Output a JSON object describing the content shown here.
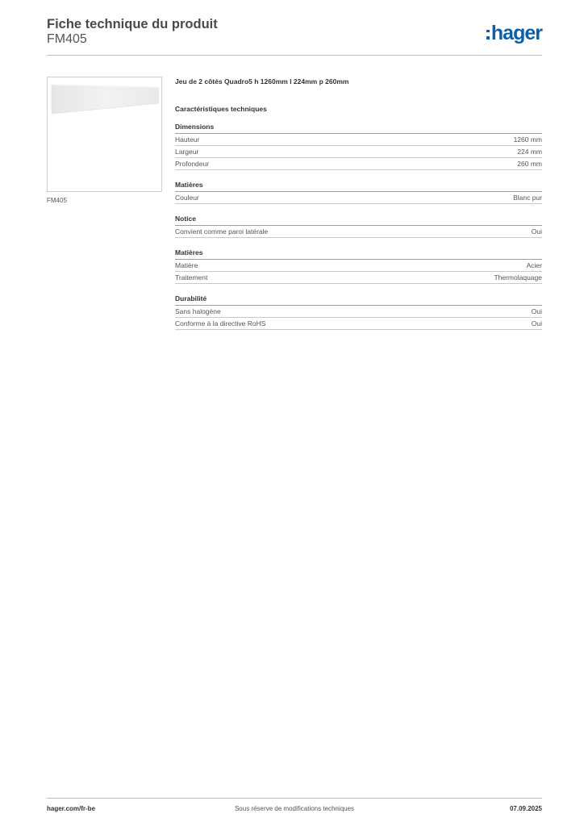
{
  "header": {
    "title": "Fiche technique du produit",
    "reference": "FM405",
    "logo_text": "hager",
    "logo_color": "#0a5fa9"
  },
  "product": {
    "image_caption": "FM405",
    "description": "Jeu de 2 côtés Quadro5 h 1260mm l 224mm p 260mm"
  },
  "specs": {
    "title": "Caractéristiques techniques",
    "groups": [
      {
        "title": "Dimensions",
        "rows": [
          {
            "label": "Hauteur",
            "value": "1260 mm"
          },
          {
            "label": "Largeur",
            "value": "224 mm"
          },
          {
            "label": "Profondeur",
            "value": "260 mm"
          }
        ]
      },
      {
        "title": "Matières",
        "rows": [
          {
            "label": "Couleur",
            "value": "Blanc pur"
          }
        ]
      },
      {
        "title": "Notice",
        "rows": [
          {
            "label": "Convient comme paroi latérale",
            "value": "Oui"
          }
        ]
      },
      {
        "title": "Matières",
        "rows": [
          {
            "label": "Matière",
            "value": "Acier"
          },
          {
            "label": "Traitement",
            "value": "Thermolaquage"
          }
        ]
      },
      {
        "title": "Durabilité",
        "rows": [
          {
            "label": "Sans halogène",
            "value": "Oui"
          },
          {
            "label": "Conforme à la directive RoHS",
            "value": "Oui"
          }
        ]
      }
    ]
  },
  "footer": {
    "website": "hager.com/fr-be",
    "notice": "Sous réserve de modifications techniques",
    "date": "07.09.2025"
  }
}
